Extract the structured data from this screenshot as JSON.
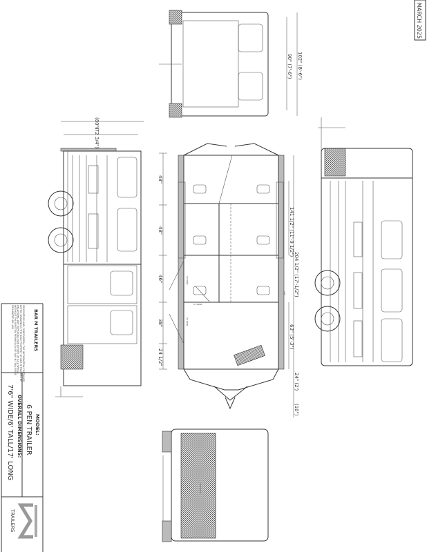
{
  "date_stamp": "MARCH 2025",
  "title_block": {
    "company": "BAR M TRAILERS",
    "notice": "PROPRIETARY AND CONFIDENTIAL THE INFORMATION CONTAINED IN THIS DRAWING IS THE SOLE PROPERTY OF BAR M TRAILERS OF OKLAHOMA. ANY REPRODUCTION IN PART OR AS A WHOLE WITHOUT THE WRITTEN PERMISSION OF BAR M TRAILERS IS PROHIBITED BY LAW.",
    "model_label": "MODEL:",
    "model_value": "6 PEN TRAILER",
    "dimensions_label": "OVERALL DIMENSIONS:",
    "dimensions_value": "7'6\" WIDE/6' TALL/17' LONG",
    "logo_text": "TRAILERS"
  },
  "dimensions": {
    "top_inner_width": "90\" (7'-6\")",
    "top_outer_width": "102\" (8'-6\")",
    "side_height_outer": "(80\")",
    "side_height_inner": "(72 3/4\")",
    "pen_1": "48\"",
    "pen_2": "48\"",
    "pen_3": "46\"",
    "pen_4": "38\"",
    "nose": "24 1/2\"",
    "box_length": "141 1/2\" (11'-9 1/2\")",
    "overall_length": "204 1/2\" (17'-1/2\")",
    "front_section": "63\" (5'-3\")",
    "tongue": "24\" (2')",
    "coupler": "(10\")",
    "gap": "1/8\"",
    "door_1": "32.0000",
    "door_2": "27.0000",
    "door_3": "32.0000"
  }
}
